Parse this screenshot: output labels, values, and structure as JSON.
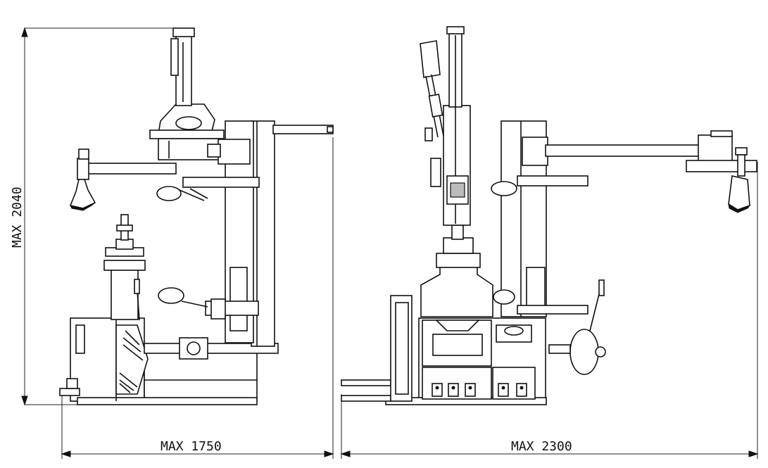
{
  "dimensions": {
    "height_label": "MAX 2040",
    "width_side_label": "MAX 1750",
    "width_front_label": "MAX 2300"
  },
  "colors": {
    "line": "#111111",
    "background": "#ffffff"
  }
}
